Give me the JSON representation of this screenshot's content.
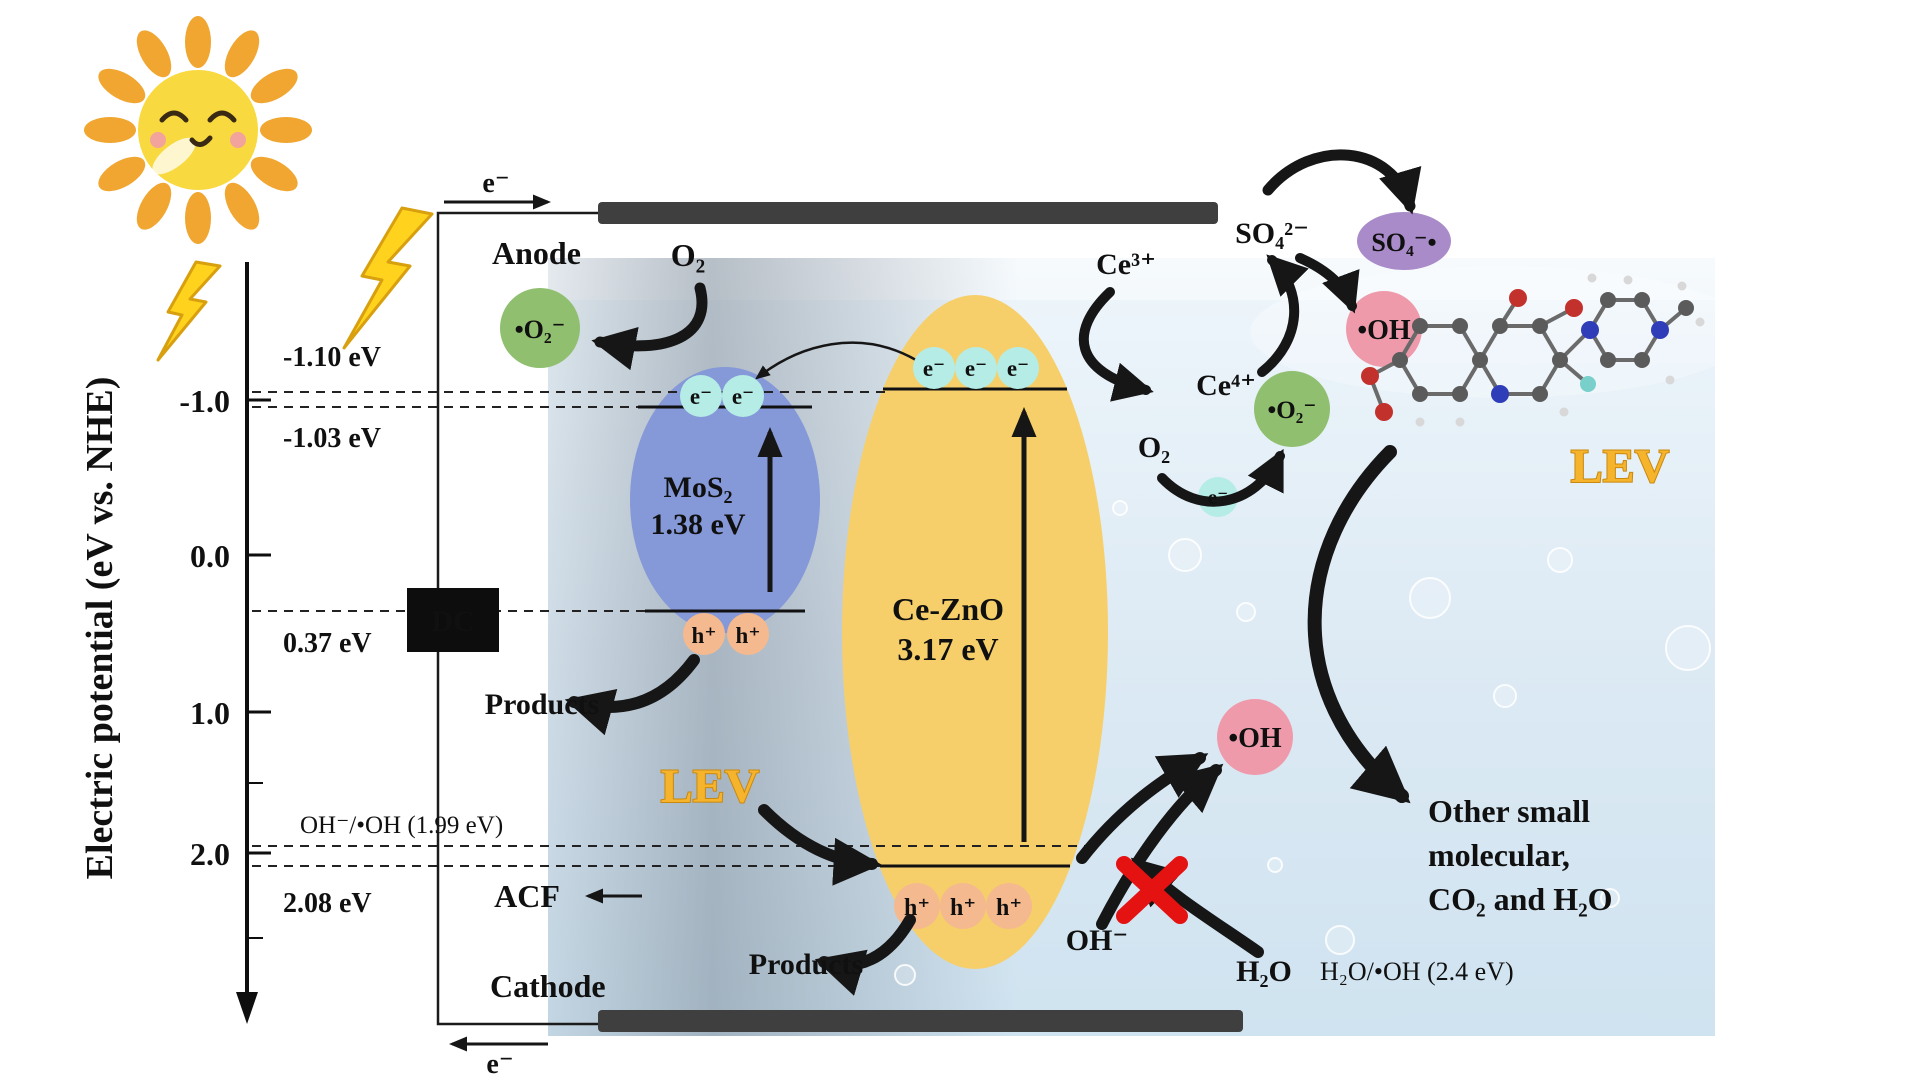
{
  "figure": "Photoelectrocatalytic LEV degradation mechanism over MoS2/Ce-ZnO on ACF",
  "colors": {
    "electrode": "#3f3f3f",
    "mos2_fill": "#8598d8",
    "cezno_fill": "#f6cf6b",
    "electron_fill": "#b5ece6",
    "hole_fill": "#f4b98e",
    "superoxide_fill": "#8fbf6f",
    "hydroxyl_fill": "#ef9aab",
    "sulfate_radical_fill": "#a98bc9",
    "lev_yellow": "#f6b42c",
    "blocked_red": "#e51212",
    "water_top": "#eef6fb",
    "water_bottom": "#cfe3f0"
  },
  "axis": {
    "label": "Electric potential (eV vs. NHE)",
    "ticks": [
      "-1.0",
      "0.0",
      "1.0",
      "2.0"
    ]
  },
  "levels": {
    "cb_cezno": "-1.10 eV",
    "cb_mos2": "-1.03 eV",
    "vb_mos2": "0.37 eV",
    "oh_redox": "OH⁻/•OH (1.99 eV)",
    "vb_cezno": "2.08 eV",
    "h2o_redox": "H₂O/•OH (2.4 eV)"
  },
  "circuit": {
    "dc": "DC",
    "anode": "Anode",
    "cathode": "Cathode",
    "acf": "ACF",
    "electron_top": "e⁻",
    "electron_bottom": "e⁻"
  },
  "mos2": {
    "name": "MoS₂",
    "gap": "1.38 eV",
    "e1": "e⁻",
    "e2": "e⁻",
    "h1": "h⁺",
    "h2": "h⁺"
  },
  "cezno": {
    "name": "Ce-ZnO",
    "gap": "3.17 eV",
    "e1": "e⁻",
    "e2": "e⁻",
    "e3": "e⁻",
    "h1": "h⁺",
    "h2": "h⁺",
    "h3": "h⁺"
  },
  "species": {
    "o2_left": "O₂",
    "superoxide_left": "•O₂⁻",
    "products_left": "Products",
    "lev_left": "LEV",
    "products_bottom": "Products",
    "ce3": "Ce³⁺",
    "ce4": "Ce⁴⁺",
    "sulfate": "SO₄²⁻",
    "sulfate_radical": "SO₄⁻•",
    "oh_radical_top": "•OH",
    "superoxide_right": "•O₂⁻",
    "o2_right": "O₂",
    "electron_right": "e⁻",
    "oh_radical_mid": "•OH",
    "hydroxide": "OH⁻",
    "water": "H₂O",
    "lev_right": "LEV"
  },
  "products_text": {
    "line1": "Other small",
    "line2": "molecular,",
    "line3": "CO₂ and H₂O"
  }
}
